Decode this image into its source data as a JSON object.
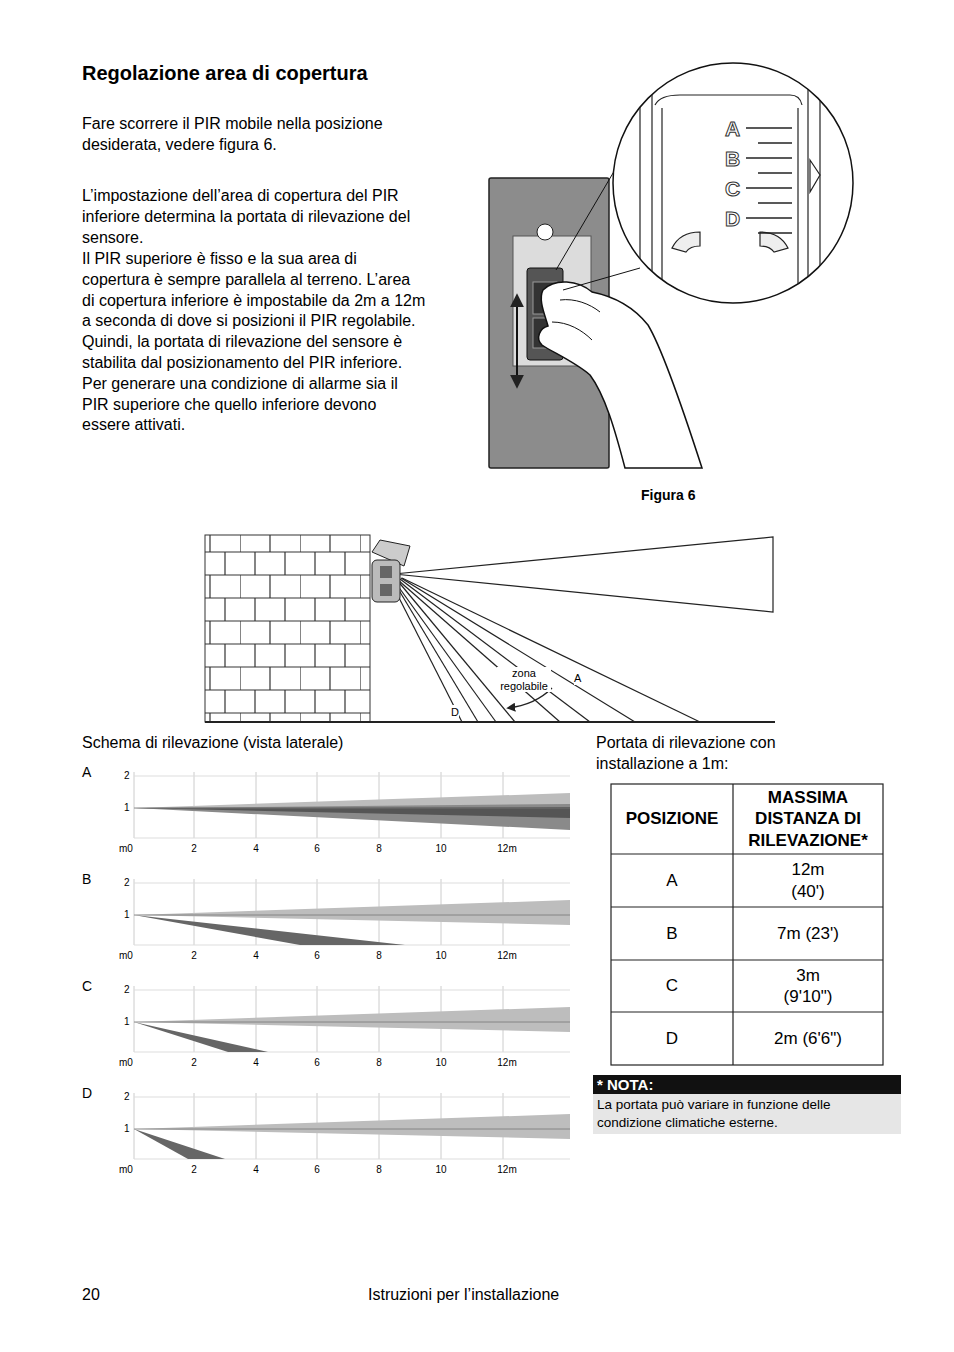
{
  "diagram": {
    "title": "Regolazione area di copertura",
    "nodes": [
      {
        "text": [
          "* NOTA:",
          "La portata può variare in funzione delle condizione climatiche esterne."
        ]
      }
    ],
    "labels": [
      "Fare scorrere il PIR mobile nella posizione desiderata, vedere figura 6.",
      "L’impostazione dell’area di copertura del PIR inferiore determina la portata di rilevazione del sensore.",
      "Il PIR superiore è fisso e la sua area di copertura è sempre parallela al terreno. L’area di copertura inferiore è impostabile da 2m a 12m a seconda di dove si posizioni il PIR regolabile. Quindi, la portata di rilevazione del sensore è stabilita dal posizionamento del PIR inferiore. Per generare una condizione di allarme sia il PIR superiore che quello inferiore devono essere attivati.",
      "A",
      "B",
      "C",
      "D",
      "Figura 6",
      "zona regolabile",
      "A",
      "D",
      "Schema di rilevazione (vista laterale)",
      "A",
      "2",
      "1",
      "m0",
      "2",
      "4",
      "6",
      "8",
      "10",
      "12m",
      "B",
      "2",
      "1",
      "m0",
      "2",
      "4",
      "6",
      "8",
      "10",
      "12m",
      "C",
      "2",
      "1",
      "m0",
      "2",
      "4",
      "6",
      "8",
      "10",
      "12m",
      "D",
      "2",
      "1",
      "m0",
      "2",
      "4",
      "6",
      "8",
      "10",
      "12m",
      "Portata di rilevazione con installazione a 1m:",
      "POSIZIONE",
      "MASSIMA DISTANZA DI RILEVAZIONE*",
      "A",
      "12m (40')",
      "B",
      "7m (23')",
      "C",
      "3m (9'10\")",
      "D",
      "2m (6'6\")",
      "20",
      "Istruzioni per l’installazione"
    ]
  }
}
